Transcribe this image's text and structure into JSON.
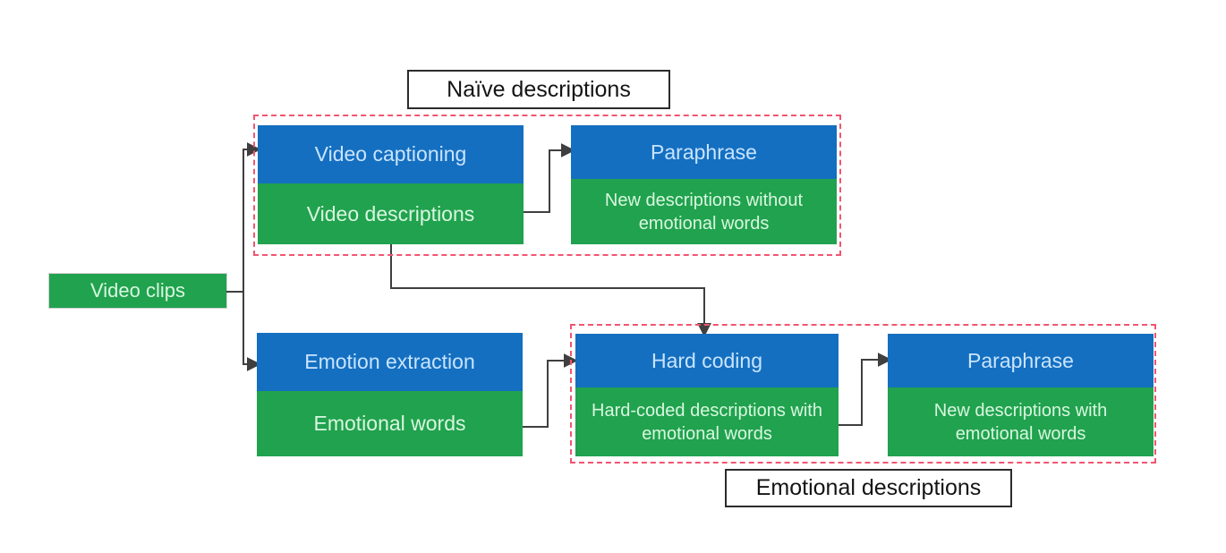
{
  "palette": {
    "blue": "#146fc0",
    "green": "#21a24e",
    "blue_text": "#c9e4ff",
    "green_text": "#d8f7e0",
    "dashed_border": "#f25570",
    "connector": "#3f3f3f",
    "label_border": "#2b2b2b"
  },
  "labels": {
    "naive_group": "Naïve descriptions",
    "emotional_group": "Emotional descriptions"
  },
  "source": {
    "label": "Video clips"
  },
  "nodes": {
    "video_captioning": {
      "title": "Video captioning",
      "output": "Video descriptions"
    },
    "paraphrase_naive": {
      "title": "Paraphrase",
      "output": "New descriptions without emotional words"
    },
    "emotion_extraction": {
      "title": "Emotion extraction",
      "output": "Emotional words"
    },
    "hard_coding": {
      "title": "Hard coding",
      "output": "Hard-coded descriptions with emotional words"
    },
    "paraphrase_emotional": {
      "title": "Paraphrase",
      "output": "New descriptions with emotional words"
    }
  }
}
